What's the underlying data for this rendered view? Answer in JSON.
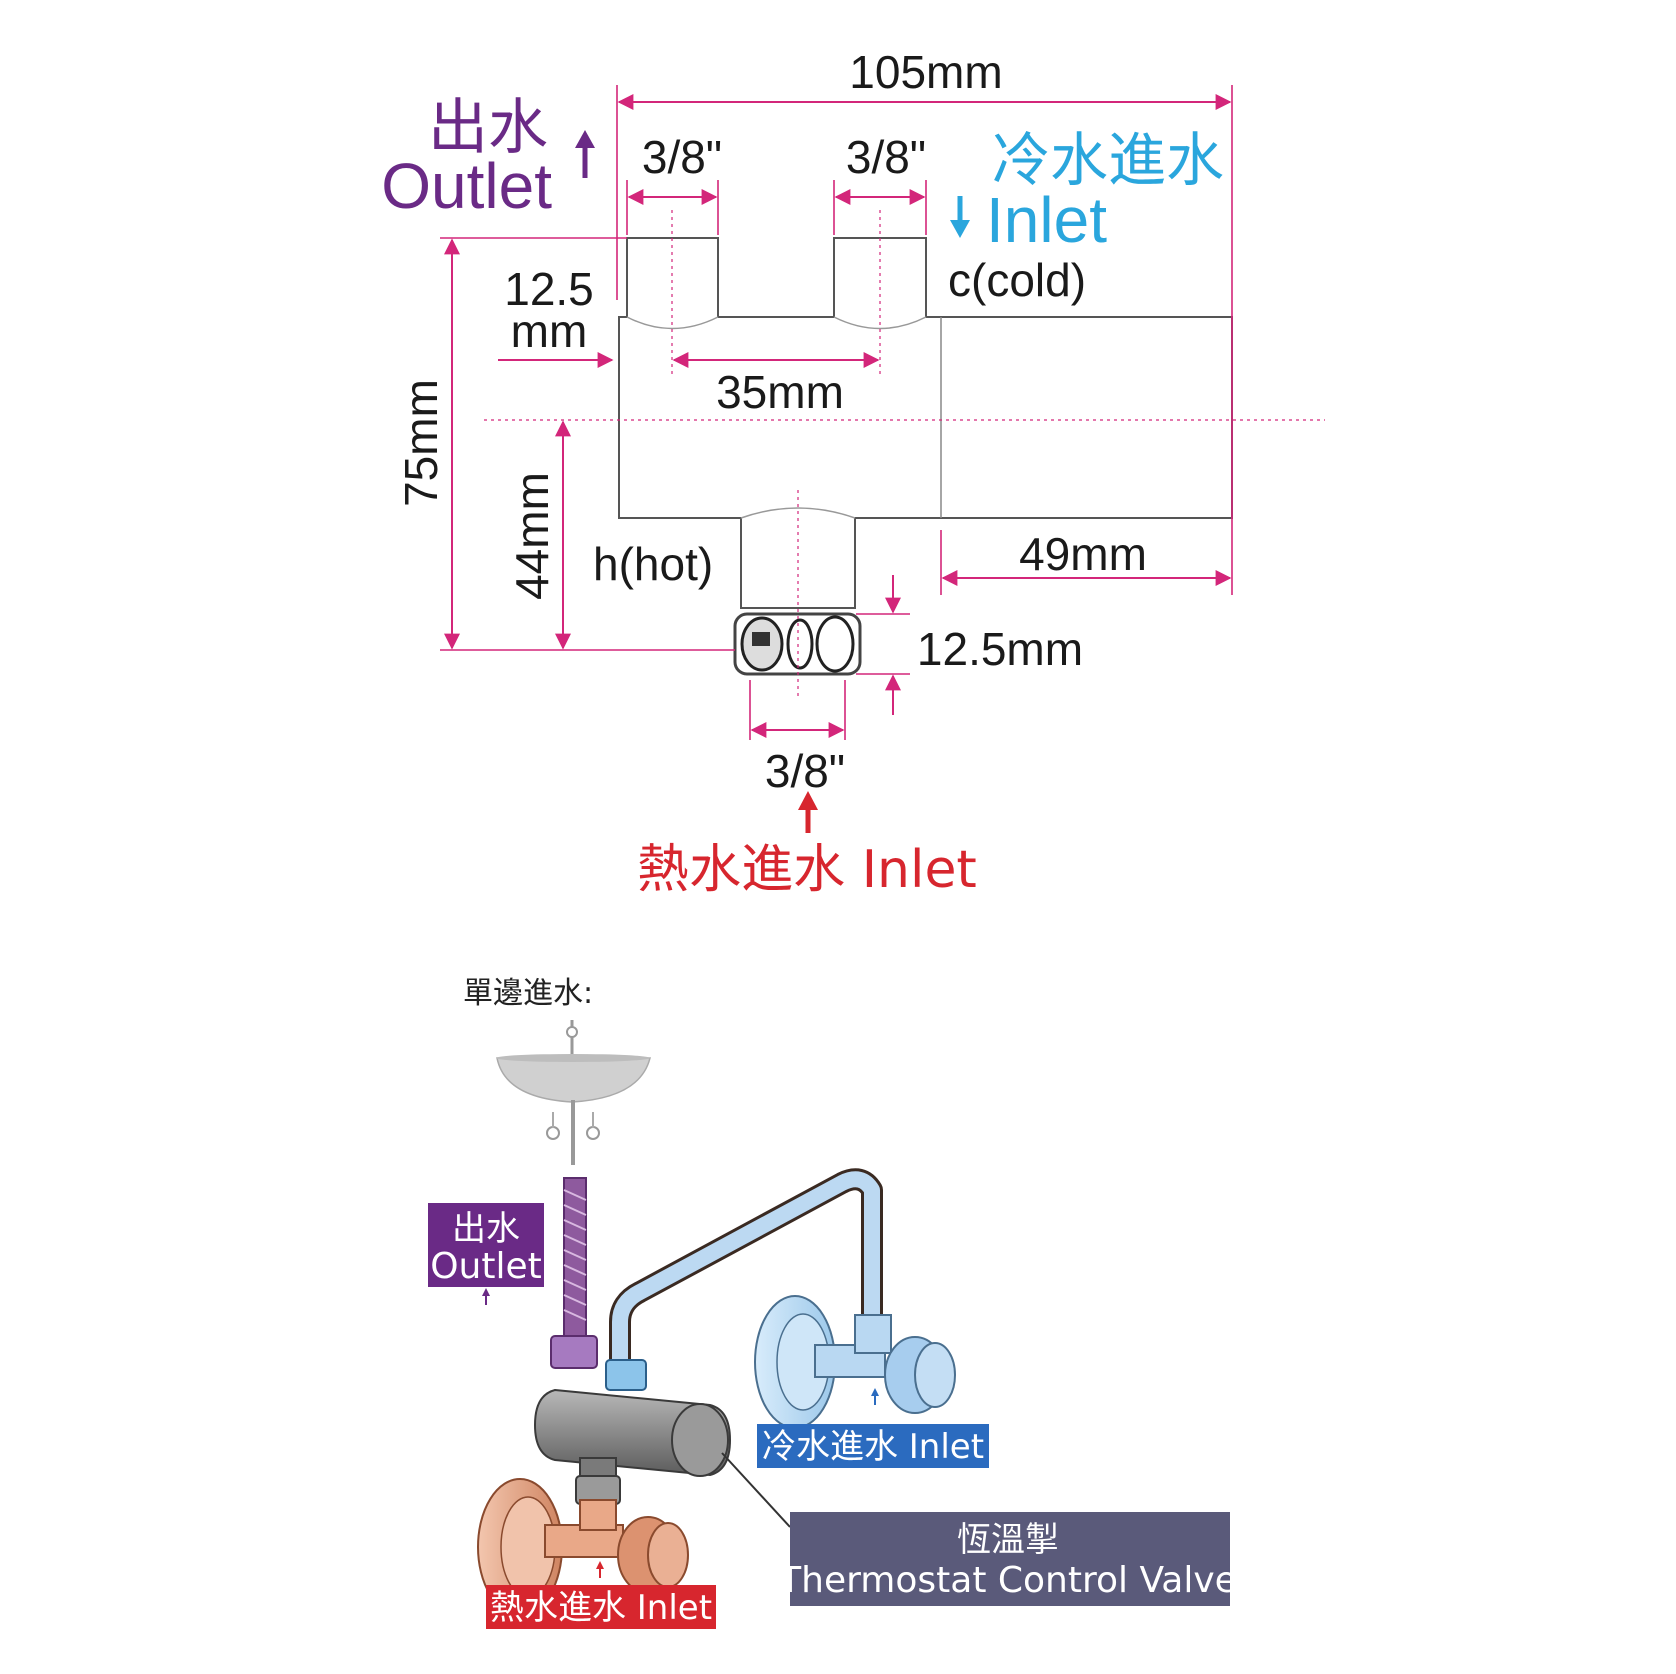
{
  "dimensions": {
    "overall_width": "105mm",
    "top_port_left": "3/8\"",
    "top_port_right": "3/8\"",
    "port_height_line1": "12.5",
    "port_height_line2": "mm",
    "port_spacing": "35mm",
    "overall_height": "75mm",
    "bottom_port_offset": "44mm",
    "right_section": "49mm",
    "bottom_nut": "12.5mm",
    "bottom_port": "3/8\""
  },
  "labels": {
    "outlet_zh": "出水",
    "outlet_en": "Outlet",
    "cold_inlet_zh": "冷水進水",
    "cold_inlet_en": "Inlet",
    "cold_port": "c(cold)",
    "hot_port": "h(hot)",
    "hot_inlet": "熱水進水 Inlet"
  },
  "install": {
    "title": "單邊進水:",
    "outlet_zh": "出水",
    "outlet_en": "Outlet",
    "cold_inlet": "冷水進水 Inlet",
    "hot_inlet": "熱水進水 Inlet",
    "valve_zh": "恆溫掣",
    "valve_en": "Thermostat Control Valve"
  },
  "colors": {
    "outlet": "#6a2a86",
    "cold": "#2aa6dd",
    "hot": "#d7262e",
    "dimension": "#d3267a",
    "cold_tag": "#2b6bbf",
    "valve_tag": "#5a5a7a"
  }
}
